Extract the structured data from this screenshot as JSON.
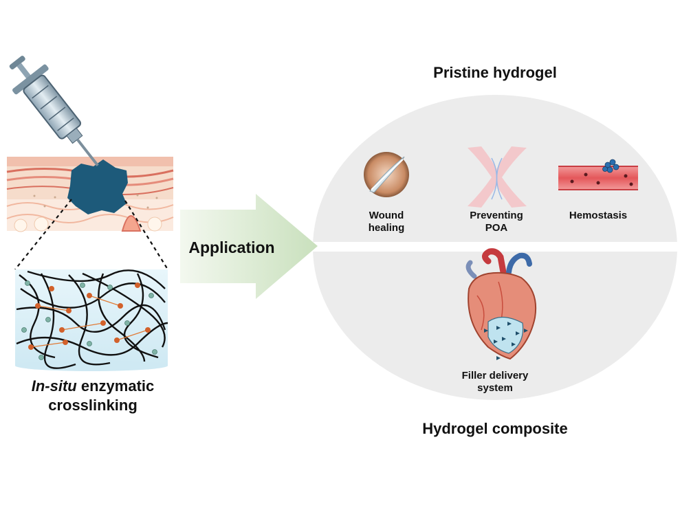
{
  "left_panel": {
    "caption_italic": "In-situ",
    "caption_rest": "enzymatic",
    "caption_line2": "crosslinking"
  },
  "arrow": {
    "label": "Application"
  },
  "right_panel": {
    "top_title": "Pristine hydrogel",
    "bottom_title": "Hydrogel composite",
    "top_items": [
      {
        "line1": "Wound",
        "line2": "healing"
      },
      {
        "line1": "Preventing",
        "line2": "POA"
      },
      {
        "line1": "Hemostasis",
        "line2": ""
      }
    ],
    "bottom_item": {
      "line1": "Filler delivery",
      "line2": "system"
    }
  },
  "colors": {
    "ellipse_fill": "#ececec",
    "arrow_fill": "#d6e8cd",
    "gel_blob": "#1d5a7a",
    "skin_top": "#f2b6a8",
    "hydrogel_bg": "#dff1f8"
  }
}
